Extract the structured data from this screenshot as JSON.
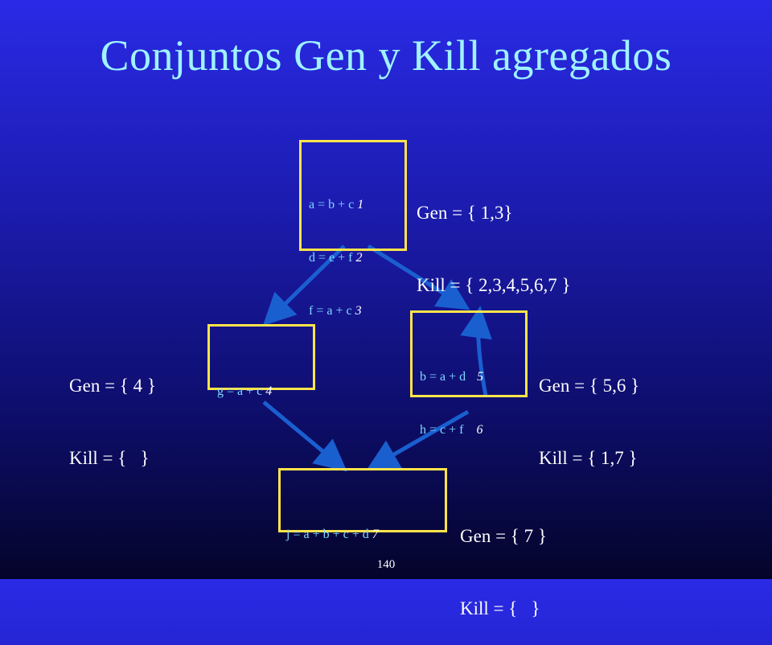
{
  "title": "Conjuntos Gen y Kill agregados",
  "page_number": "140",
  "blocks": {
    "b1": {
      "lines": [
        {
          "code": "a = b + c",
          "num": "1"
        },
        {
          "code": "d = e + f",
          "num": "2"
        },
        {
          "code": "f = a + c",
          "num": "3"
        }
      ],
      "gen": "Gen = { 1,3}",
      "kill": "Kill = { 2,3,4,5,6,7 }"
    },
    "b2": {
      "lines": [
        {
          "code": "g = a + c",
          "num": "4"
        }
      ],
      "gen": "Gen = { 4 }",
      "kill": "Kill = {   }"
    },
    "b3": {
      "lines": [
        {
          "code": "b = a + d",
          "num": "5"
        },
        {
          "code": "h = c + f",
          "num": "6"
        }
      ],
      "gen": "Gen = { 5,6 }",
      "kill": "Kill = { 1,7 }"
    },
    "b4": {
      "lines": [
        {
          "code": "j = a + b + c + d",
          "num": "7"
        }
      ],
      "gen": "Gen = { 7 }",
      "kill": "Kill = {   }"
    }
  },
  "colors": {
    "title": "#9ff3ff",
    "block_border": "#ffe44a",
    "code": "#7fd8ff",
    "arrow": "#1a5fd0"
  }
}
